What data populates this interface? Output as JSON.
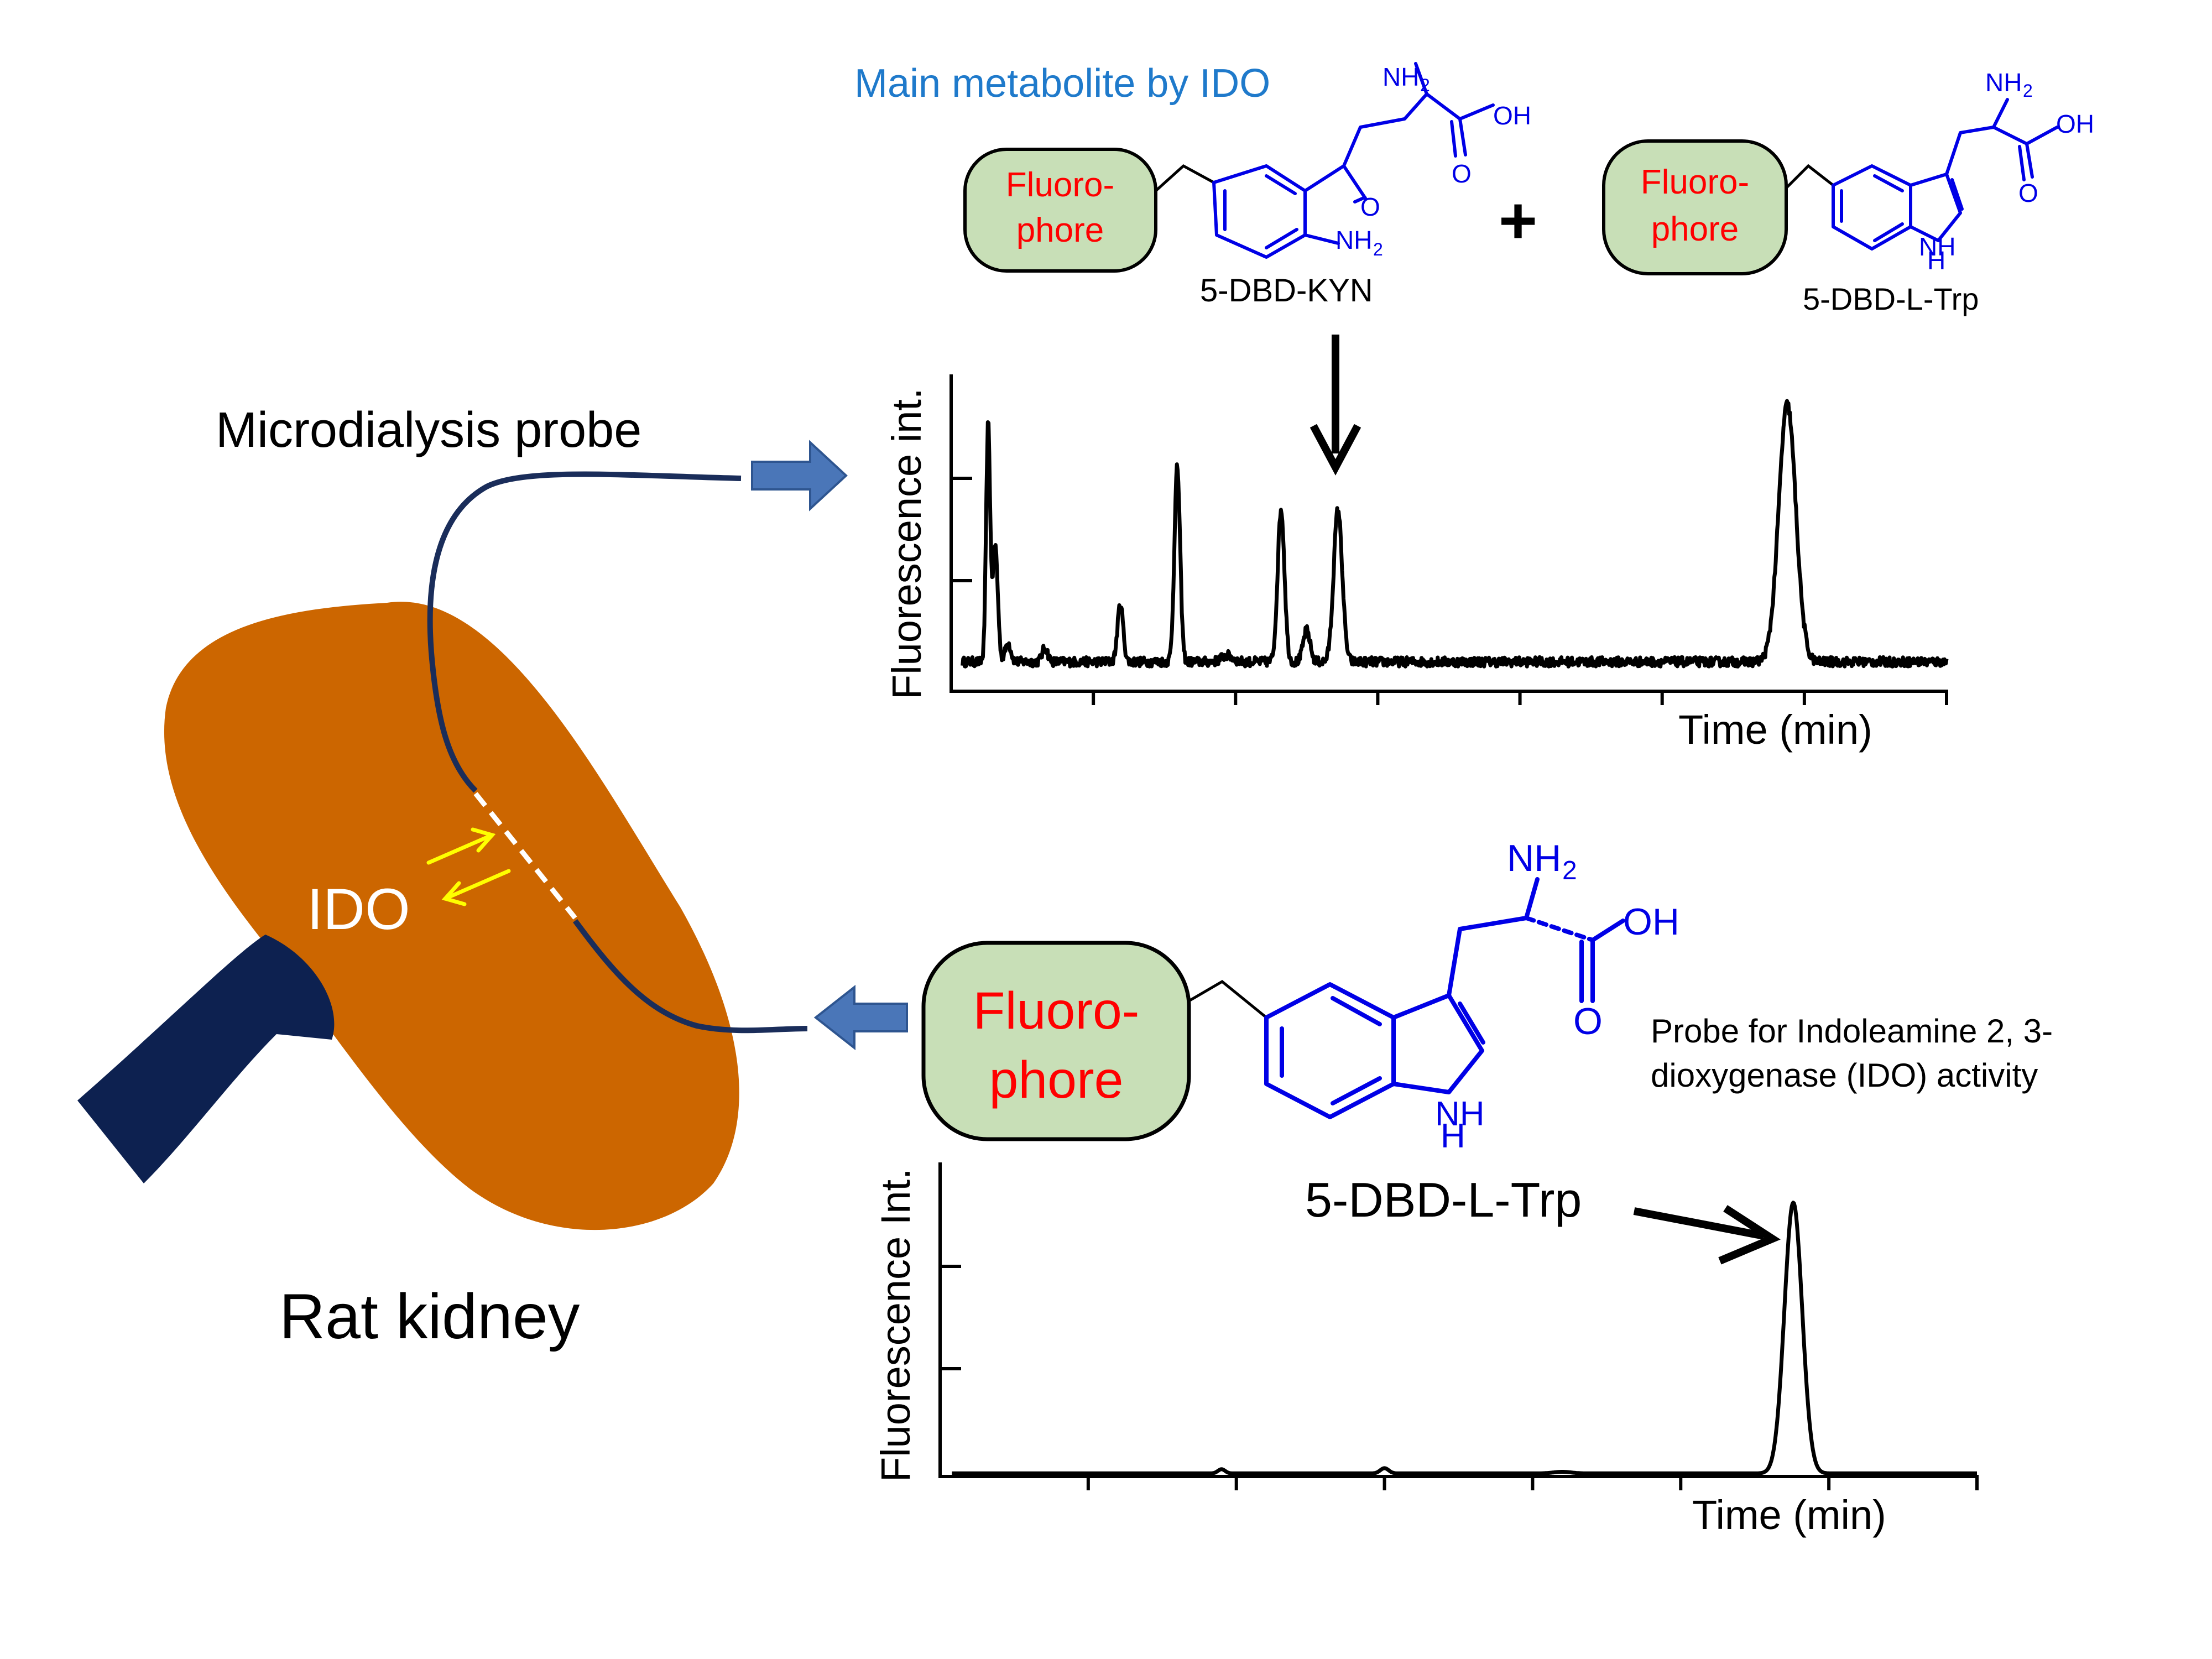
{
  "labels": {
    "main_metabolite": "Main metabolite by IDO",
    "kyn_name": "5-DBD-KYN",
    "trp_name_top": "5-DBD-L-Trp",
    "plus": "+",
    "microdialysis_probe": "Microdialysis probe",
    "ido": "IDO",
    "rat_kidney": "Rat kidney",
    "probe_description_line1": "Probe for Indoleamine 2, 3-",
    "probe_description_line2": "dioxygenase (IDO) activity",
    "trp_name_bottom": "5-DBD-L-Trp"
  },
  "fluorophore": {
    "line1": "Fluoro-",
    "line2": "phore"
  },
  "chem_labels": {
    "nh2": "NH",
    "sub2": "2",
    "oh": "OH",
    "o": "O",
    "nh": "NH",
    "h": "H"
  },
  "colors": {
    "kidney": "#cc6600",
    "vessel": "#0d2150",
    "probe_line": "#1a2d5a",
    "arrow_fill": "#4a76b8",
    "fluorophore_box": "#c8dfb7",
    "fluorophore_text": "#ff0000",
    "structure_blue": "#0000e6",
    "title_blue": "#1f7acb",
    "yellow_arrow": "#ffff00"
  },
  "chart_data": [
    {
      "type": "line",
      "xlabel": "Time (min)",
      "ylabel": "Fluorescence int.",
      "xlim": [
        0,
        35
      ],
      "ylim": [
        0,
        3
      ],
      "annotation": "5-DBD-KYN",
      "annotation_x": 13.6,
      "series": [
        {
          "baseline": 0.28,
          "peaks": [
            {
              "x": 1.3,
              "height": 2.25,
              "width": 0.07
            },
            {
              "x": 1.55,
              "height": 1.1,
              "width": 0.09
            },
            {
              "x": 2.0,
              "height": 0.18,
              "width": 0.1
            },
            {
              "x": 3.3,
              "height": 0.13,
              "width": 0.1
            },
            {
              "x": 5.95,
              "height": 0.55,
              "width": 0.1
            },
            {
              "x": 7.95,
              "height": 1.85,
              "width": 0.1
            },
            {
              "x": 9.7,
              "height": 0.06,
              "width": 0.2
            },
            {
              "x": 11.6,
              "height": 1.45,
              "width": 0.12
            },
            {
              "x": 12.5,
              "height": 0.3,
              "width": 0.12
            },
            {
              "x": 13.6,
              "height": 1.45,
              "width": 0.15
            },
            {
              "x": 29.4,
              "height": 2.45,
              "width": 0.3
            }
          ]
        }
      ]
    },
    {
      "type": "line",
      "xlabel": "Time (min)",
      "ylabel": "Fluorescence Int.",
      "xlim": [
        0,
        35
      ],
      "ylim": [
        0,
        3
      ],
      "annotation": "5-DBD-L-Trp",
      "annotation_x": 28.8,
      "series": [
        {
          "baseline": 0.03,
          "peaks": [
            {
              "x": 9.5,
              "height": 0.04,
              "width": 0.12
            },
            {
              "x": 15.0,
              "height": 0.05,
              "width": 0.14
            },
            {
              "x": 21.0,
              "height": 0.015,
              "width": 0.3
            },
            {
              "x": 28.8,
              "height": 2.6,
              "width": 0.3
            }
          ]
        }
      ]
    }
  ]
}
